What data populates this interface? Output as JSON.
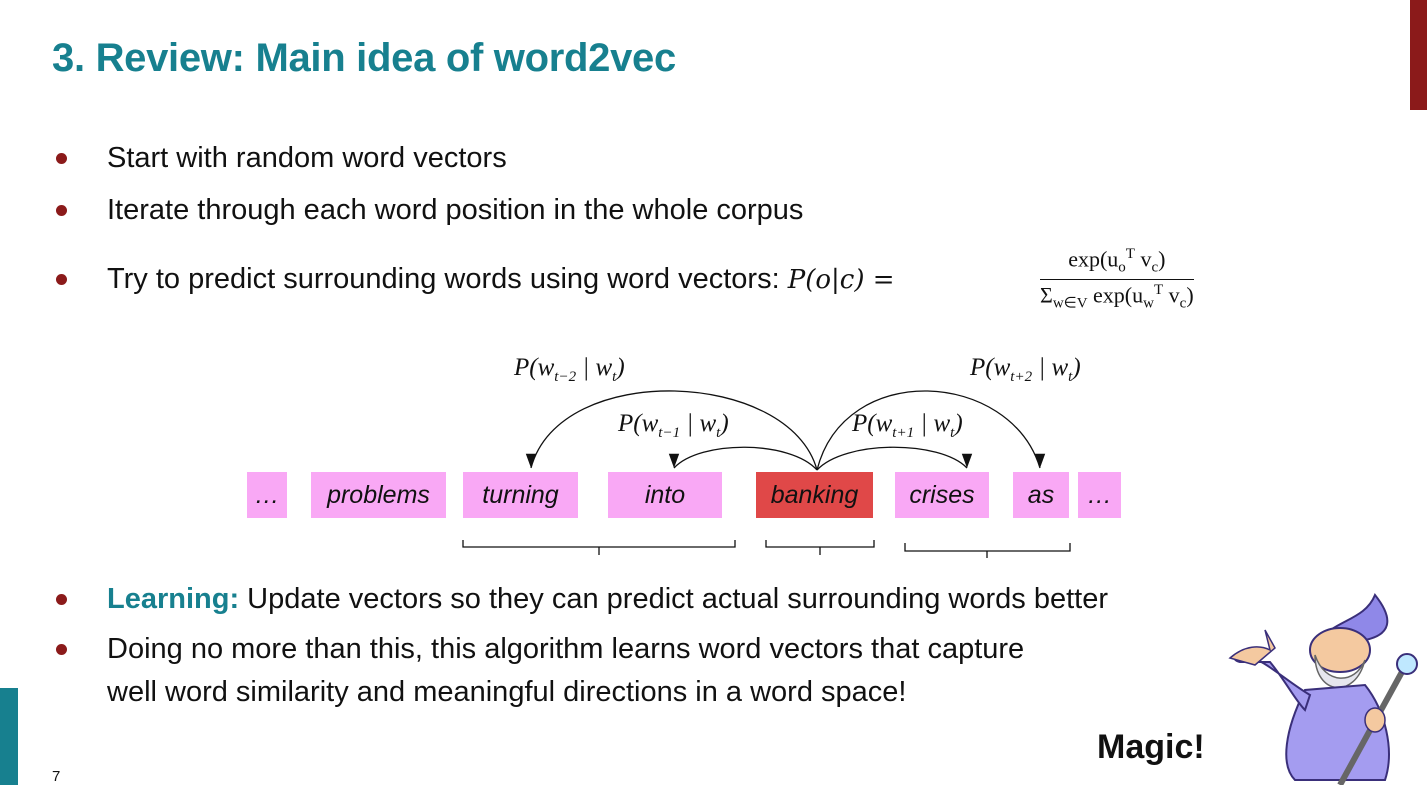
{
  "title": "3. Review: Main idea of word2vec",
  "bullets": [
    "Start with random word vectors",
    "Iterate through each word position in the whole corpus",
    "Try to predict surrounding words using word vectors: "
  ],
  "formula": {
    "lhs": "P(o|c) = ",
    "numerator": "exp(u_o^T v_c)",
    "denominator": "Σ_{w∈V} exp(u_w^T v_c)"
  },
  "diagram": {
    "words": [
      "…",
      "problems",
      "turning",
      "into",
      "banking",
      "crises",
      "as",
      "…"
    ],
    "center_index": 4,
    "labels": {
      "t_minus_2": "P(w_{t−2} | w_t)",
      "t_minus_1": "P(w_{t−1} | w_t)",
      "t_plus_1": "P(w_{t+1} | w_t)",
      "t_plus_2": "P(w_{t+2} | w_t)"
    },
    "colors": {
      "context": "#f9a8f5",
      "center": "#e04848"
    }
  },
  "learning_label": "Learning:",
  "learning_text": " Update vectors so they can predict actual surrounding words better",
  "last_bullet_line1": "Doing no more than this, this algorithm learns word vectors that capture",
  "last_bullet_line2": "well word similarity and meaningful directions in a word space!",
  "magic": "Magic!",
  "page_number": "7"
}
